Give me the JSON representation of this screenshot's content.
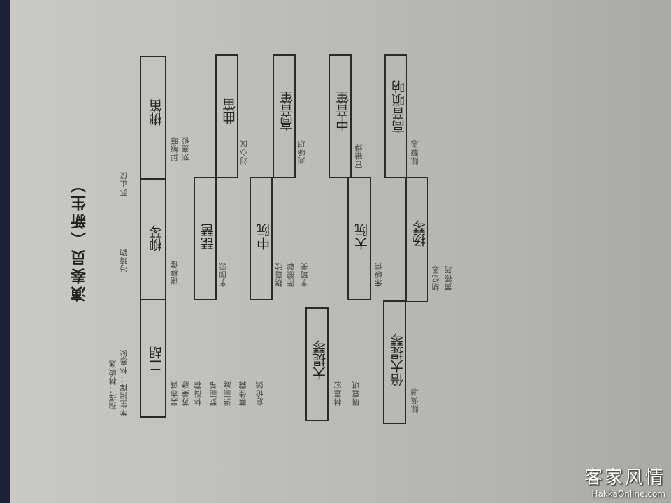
{
  "title": "演奏员（新生）",
  "conductors": [
    "指挥：林峻逸",
    "学生指挥：林嘉俊"
  ],
  "header_names": [
    "冯晴钧",
    "苏正仪"
  ],
  "instruments": {
    "bangdi": {
      "label": "梆笛",
      "names": [
        "邱敏曦",
        "刘嘉俊"
      ]
    },
    "liuqin": {
      "label": "柳琴",
      "names": [
        "谢梓俊"
      ]
    },
    "erhu": {
      "label": "二胡",
      "names": [
        "吴志诚",
        "苏美静",
        "林尚霖",
        "罗丽希",
        "洪丽庭",
        "蔡佳霖",
        "詹伦嫣"
      ]
    },
    "qudi": {
      "label": "曲笛",
      "names": [
        "刘心仪"
      ]
    },
    "pipa": {
      "label": "琵琶",
      "names": [
        "李伽恋"
      ]
    },
    "zhongruan": {
      "label": "中阮",
      "names": [
        "魏嘉欣",
        "陈鹏翰",
        "李琦美"
      ]
    },
    "gaoyinsheng": {
      "label": "高音笙",
      "names": [
        "刘咏琪"
      ]
    },
    "zhongyinsheng": {
      "label": "中音笙",
      "names": [
        "官锴烨"
      ]
    },
    "daruan": {
      "label": "大阮",
      "names": [
        "朱峻伟"
      ]
    },
    "gaoyinsuona": {
      "label": "高音唢呐",
      "names": [
        "陈靓恩"
      ]
    },
    "yangqin": {
      "label": "扬琴",
      "names": [
        "胡忆恩",
        "黄筱筠"
      ]
    },
    "datiqin": {
      "label": "大提琴",
      "names": [
        "林嘉宏",
        "周嘉琪"
      ]
    },
    "beidatiqin": {
      "label": "倍大提琴",
      "names": [
        "陈佩珊"
      ]
    }
  },
  "watermark": {
    "text": "客家风情",
    "url": "HakkaOnline.com"
  }
}
